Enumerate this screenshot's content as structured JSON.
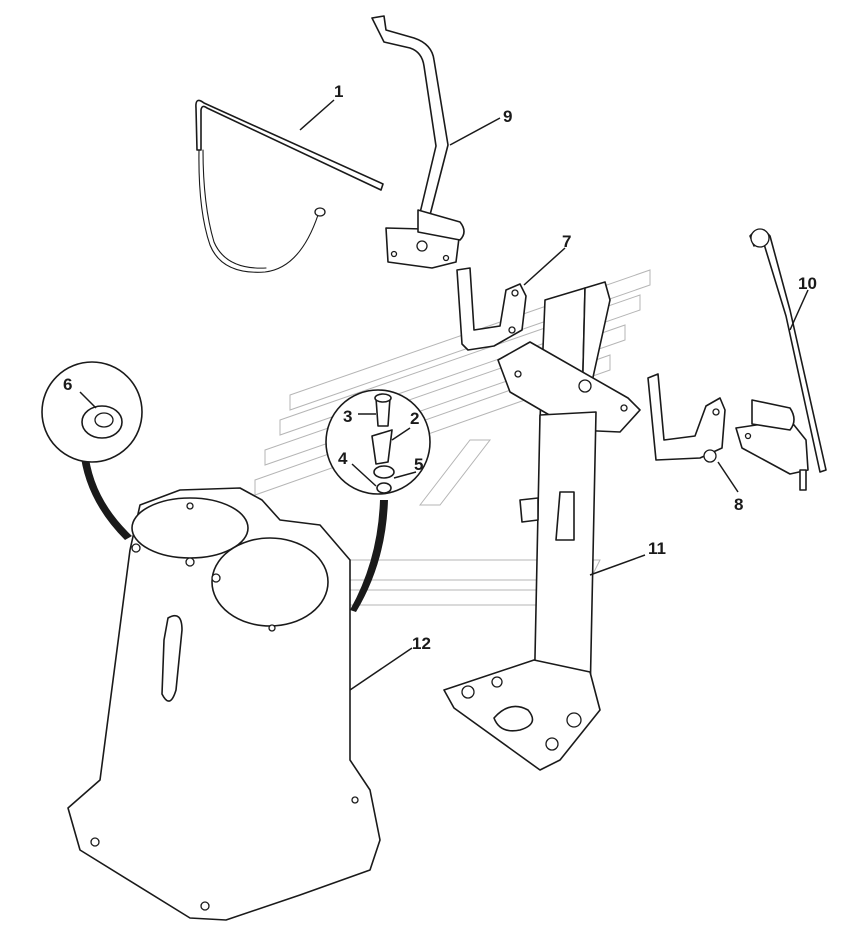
{
  "diagram": {
    "parts": [
      {
        "id": "p1",
        "label": "1"
      },
      {
        "id": "p2",
        "label": "2"
      },
      {
        "id": "p3",
        "label": "3"
      },
      {
        "id": "p4",
        "label": "4"
      },
      {
        "id": "p5",
        "label": "5"
      },
      {
        "id": "p6",
        "label": "6"
      },
      {
        "id": "p7",
        "label": "7"
      },
      {
        "id": "p8",
        "label": "8"
      },
      {
        "id": "p9",
        "label": "9"
      },
      {
        "id": "p10",
        "label": "10"
      },
      {
        "id": "p11",
        "label": "11"
      },
      {
        "id": "p12",
        "label": "12"
      }
    ],
    "colors": {
      "line": "#1a1a1a",
      "watermark": "#b5b5b5",
      "background": "#ffffff"
    }
  }
}
